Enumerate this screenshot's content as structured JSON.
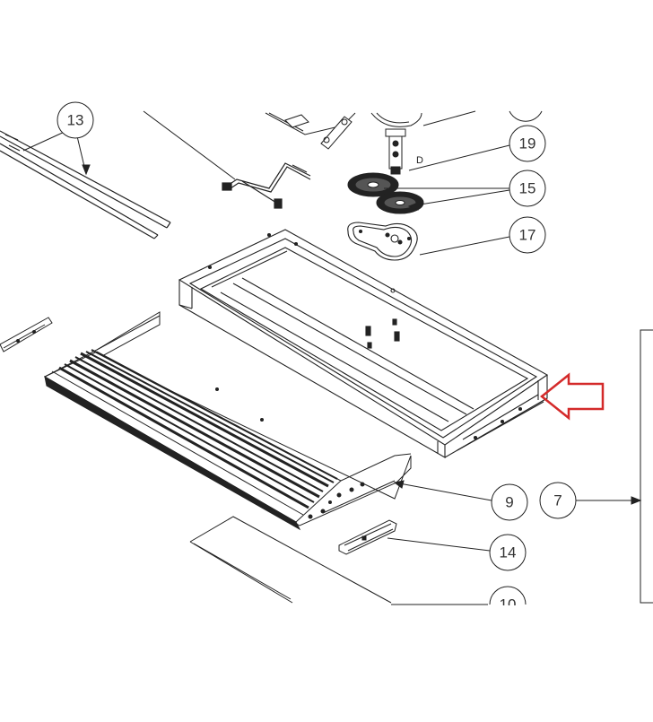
{
  "diagram": {
    "callouts": [
      {
        "id": "c13",
        "label": "13"
      },
      {
        "id": "c19",
        "label": "19"
      },
      {
        "id": "c15",
        "label": "15"
      },
      {
        "id": "c17",
        "label": "17"
      },
      {
        "id": "c9",
        "label": "9"
      },
      {
        "id": "c7",
        "label": "7"
      },
      {
        "id": "c14",
        "label": "14"
      },
      {
        "id": "c10",
        "label": "10"
      }
    ],
    "detail_label": "D",
    "arrow_color": "#d42a2a",
    "line_color": "#222222"
  }
}
